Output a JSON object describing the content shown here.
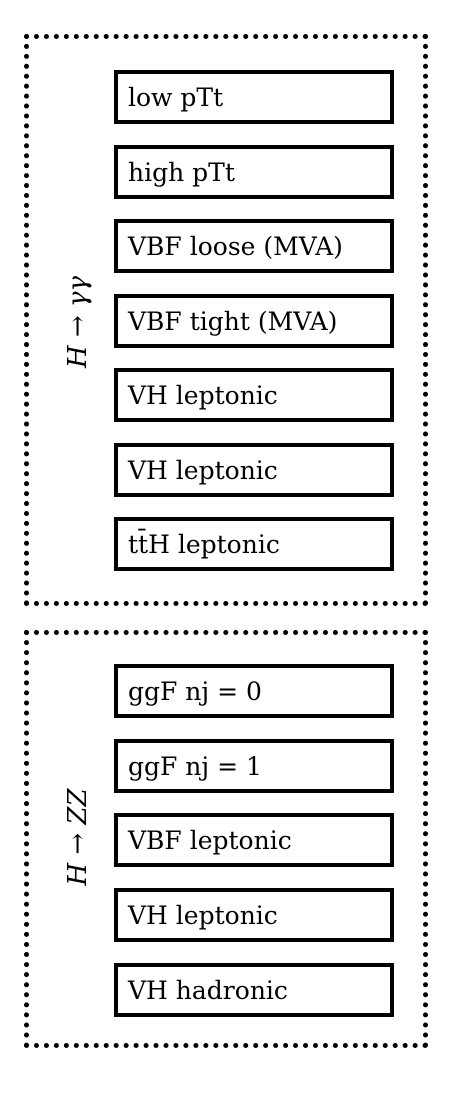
{
  "groups": [
    {
      "label": "H → γγ",
      "categories": [
        "low pTt",
        "high pTt",
        "VBF loose (MVA)",
        "VBF tight (MVA)",
        "VH leptonic",
        "VH leptonic",
        "tt̄H leptonic"
      ]
    },
    {
      "label": "H → ZZ",
      "categories": [
        "ggF nj = 0",
        "ggF nj = 1",
        "VBF leptonic",
        "VH leptonic",
        "VH hadronic"
      ]
    }
  ]
}
